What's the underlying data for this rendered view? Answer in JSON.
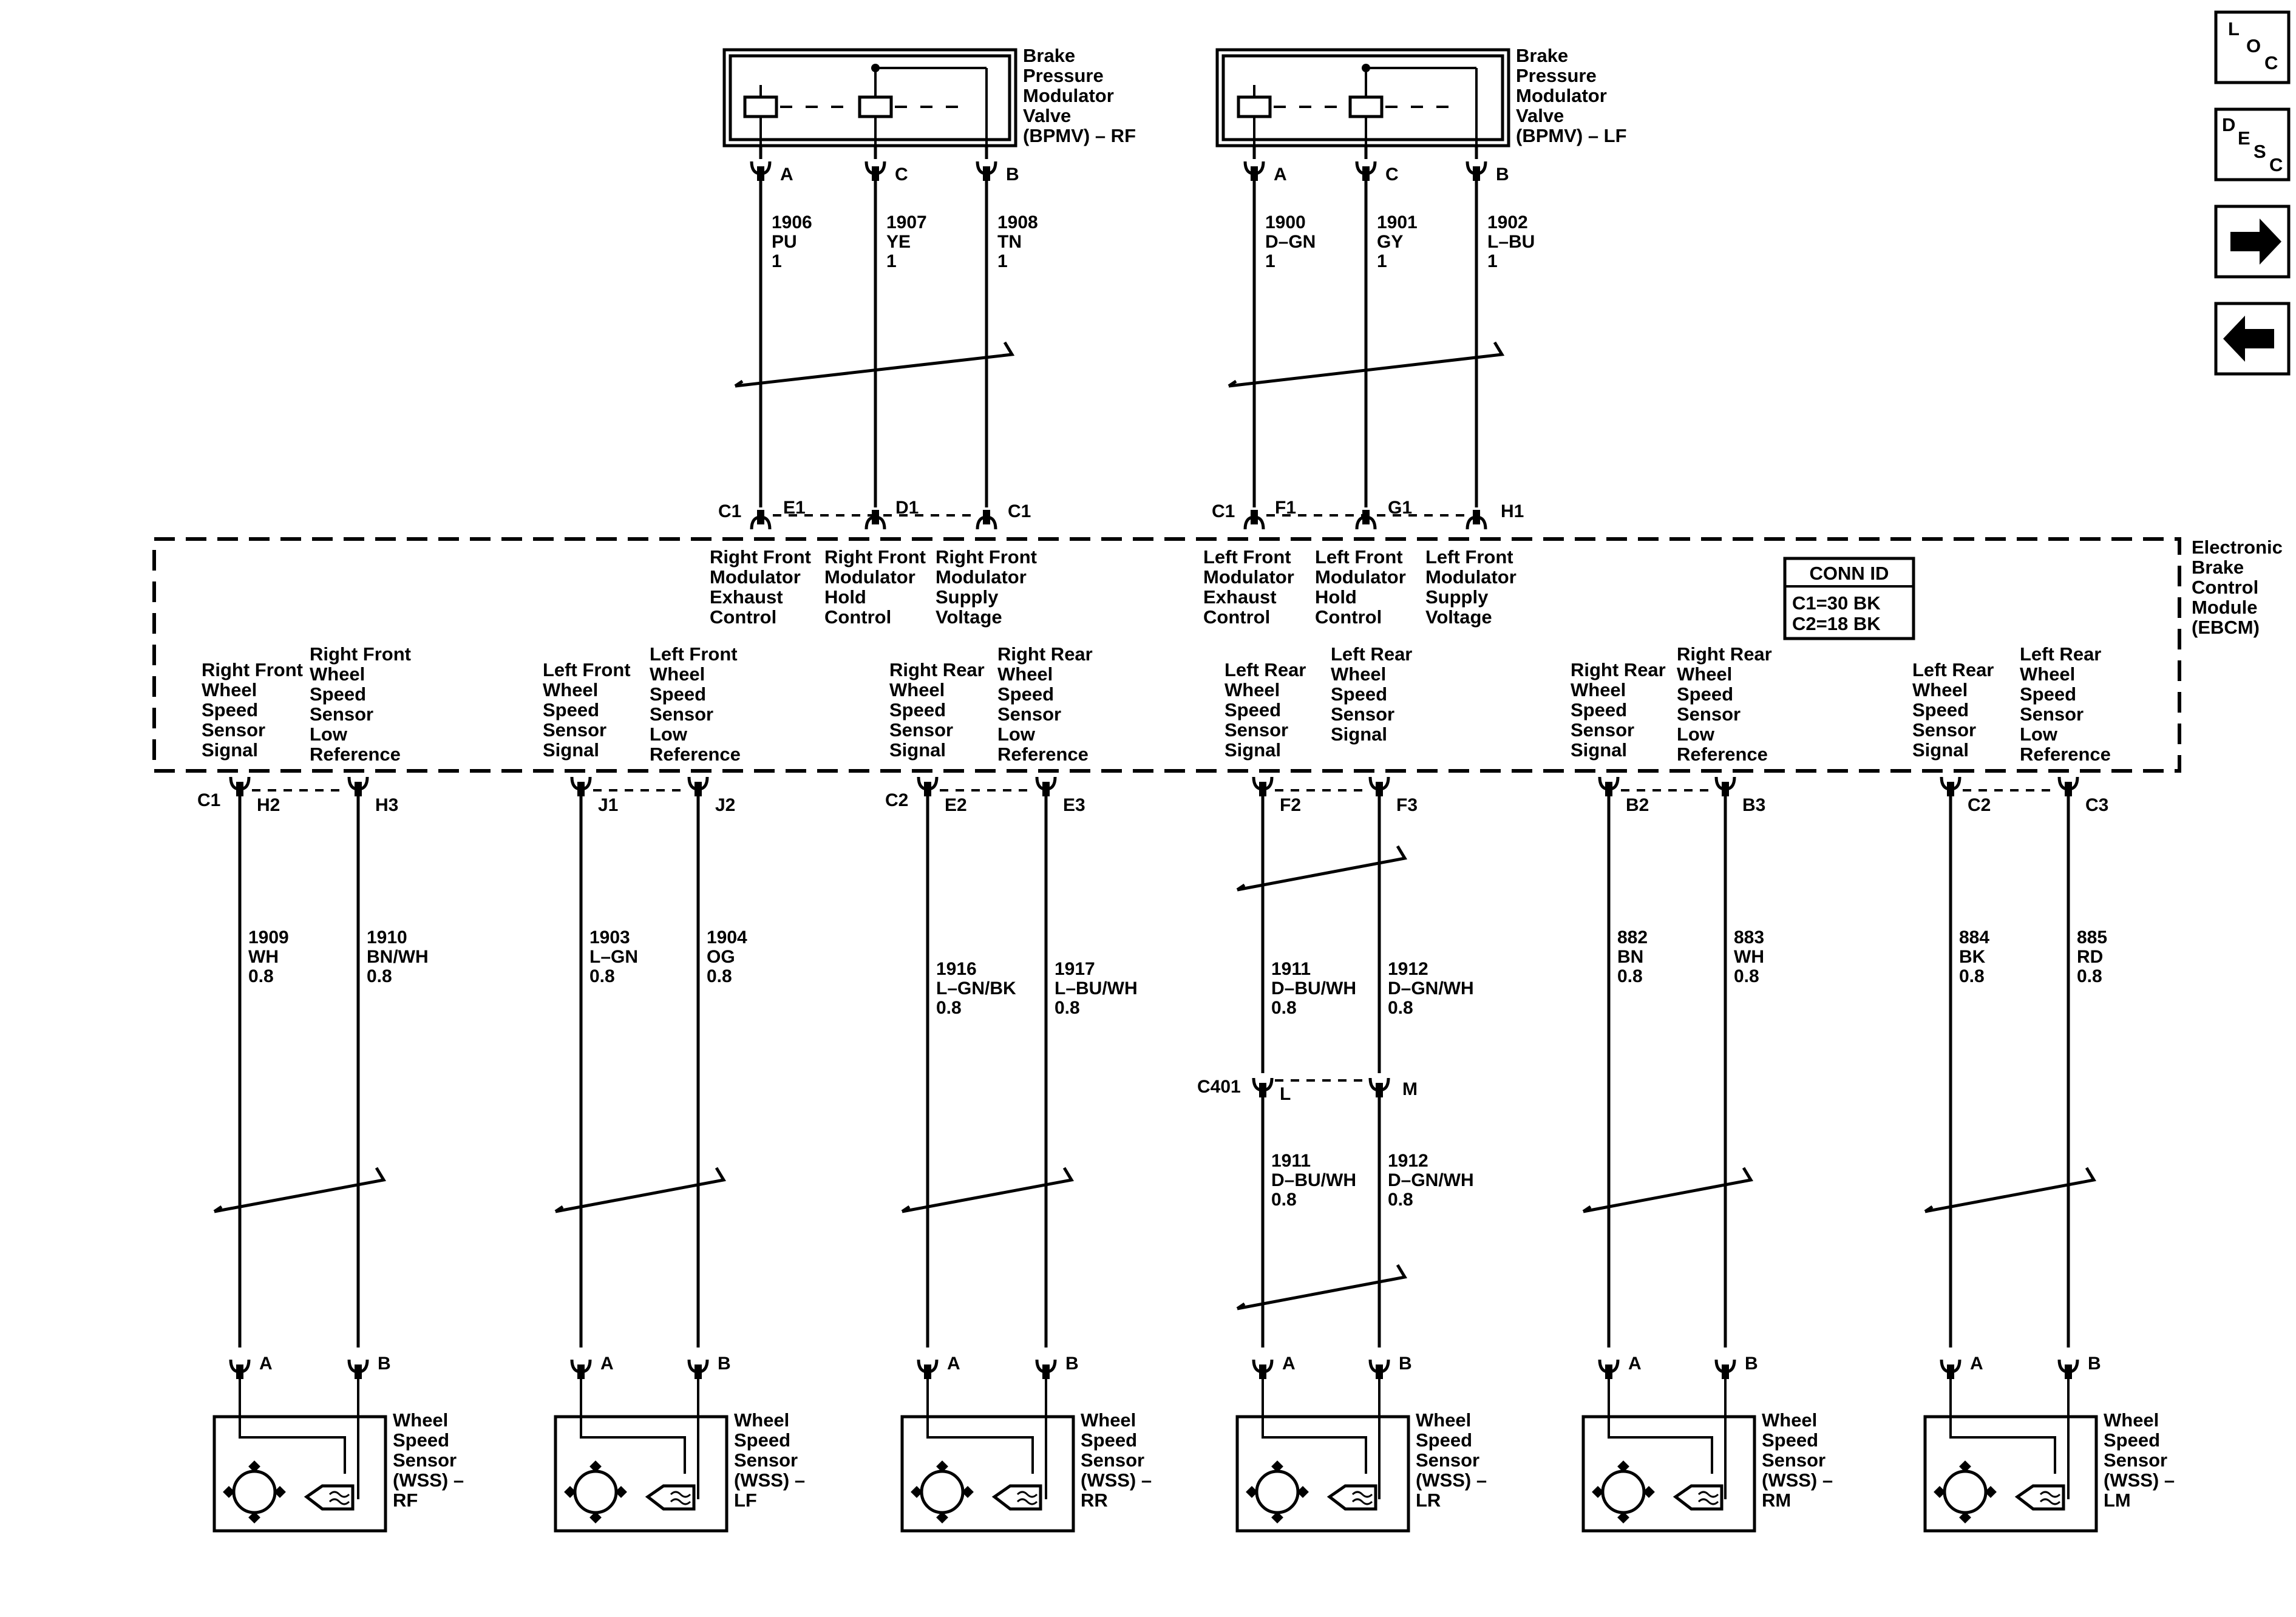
{
  "modulators": [
    {
      "id": "rf",
      "label": [
        "Brake",
        "Pressure",
        "Modulator",
        "Valve",
        "(BPMV) – RF"
      ],
      "terminals": [
        "A",
        "C",
        "B"
      ],
      "wires": [
        {
          "circuit": "1906",
          "color": "PU",
          "size": "1"
        },
        {
          "circuit": "1907",
          "color": "YE",
          "size": "1"
        },
        {
          "circuit": "1908",
          "color": "TN",
          "size": "1"
        }
      ],
      "ebcm_pins": [
        "E1",
        "D1"
      ],
      "ebcm_conn": [
        "C1",
        "C1"
      ],
      "functions": [
        [
          "Right Front",
          "Modulator",
          "Exhaust",
          "Control"
        ],
        [
          "Right Front",
          "Modulator",
          "Hold",
          "Control"
        ],
        [
          "Right Front",
          "Modulator",
          "Supply",
          "Voltage"
        ]
      ]
    },
    {
      "id": "lf",
      "label": [
        "Brake",
        "Pressure",
        "Modulator",
        "Valve",
        "(BPMV) – LF"
      ],
      "terminals": [
        "A",
        "C",
        "B"
      ],
      "wires": [
        {
          "circuit": "1900",
          "color": "D–GN",
          "size": "1"
        },
        {
          "circuit": "1901",
          "color": "GY",
          "size": "1"
        },
        {
          "circuit": "1902",
          "color": "L–BU",
          "size": "1"
        }
      ],
      "ebcm_pins": [
        "F1",
        "G1",
        "H1"
      ],
      "ebcm_conn": [
        "C1"
      ],
      "functions": [
        [
          "Left Front",
          "Modulator",
          "Exhaust",
          "Control"
        ],
        [
          "Left Front",
          "Modulator",
          "Hold",
          "Control"
        ],
        [
          "Left Front",
          "Modulator",
          "Supply",
          "Voltage"
        ]
      ]
    }
  ],
  "ebcm": {
    "label": [
      "Electronic",
      "Brake",
      "Control",
      "Module",
      "(EBCM)"
    ],
    "conn_id": {
      "title": "CONN ID",
      "rows": [
        "C1=30 BK",
        "C2=18 BK"
      ]
    }
  },
  "sensors": [
    {
      "id": "rf",
      "conn": "C1",
      "pins": [
        "H2",
        "H3"
      ],
      "functions": [
        [
          "Right Front",
          "Wheel",
          "Speed",
          "Sensor",
          "Signal"
        ],
        [
          "Right Front",
          "Wheel",
          "Speed",
          "Sensor",
          "Low",
          "Reference"
        ]
      ],
      "wires": [
        {
          "circuit": "1909",
          "color": "WH",
          "size": "0.8"
        },
        {
          "circuit": "1910",
          "color": "BN/WH",
          "size": "0.8"
        }
      ],
      "terminals": [
        "A",
        "B"
      ],
      "label": [
        "Wheel",
        "Speed",
        "Sensor",
        "(WSS) –",
        "RF"
      ]
    },
    {
      "id": "lf",
      "conn": "",
      "pins": [
        "J1",
        "J2"
      ],
      "functions": [
        [
          "Left Front",
          "Wheel",
          "Speed",
          "Sensor",
          "Signal"
        ],
        [
          "Left Front",
          "Wheel",
          "Speed",
          "Sensor",
          "Low",
          "Reference"
        ]
      ],
      "wires": [
        {
          "circuit": "1903",
          "color": "L–GN",
          "size": "0.8"
        },
        {
          "circuit": "1904",
          "color": "OG",
          "size": "0.8"
        }
      ],
      "terminals": [
        "A",
        "B"
      ],
      "label": [
        "Wheel",
        "Speed",
        "Sensor",
        "(WSS) –",
        "LF"
      ]
    },
    {
      "id": "rr",
      "conn": "C2",
      "pins": [
        "E2",
        "E3"
      ],
      "functions": [
        [
          "Right Rear",
          "Wheel",
          "Speed",
          "Sensor",
          "Signal"
        ],
        [
          "Right Rear",
          "Wheel",
          "Speed",
          "Sensor",
          "Low",
          "Reference"
        ]
      ],
      "wires": [
        {
          "circuit": "1916",
          "color": "L–GN/BK",
          "size": "0.8"
        },
        {
          "circuit": "1917",
          "color": "L–BU/WH",
          "size": "0.8"
        }
      ],
      "terminals": [
        "A",
        "B"
      ],
      "label": [
        "Wheel",
        "Speed",
        "Sensor",
        "(WSS) –",
        "RR"
      ]
    },
    {
      "id": "lr",
      "conn": "",
      "pins": [
        "F2",
        "F3"
      ],
      "functions": [
        [
          "Left Rear",
          "Wheel",
          "Speed",
          "Sensor",
          "Signal"
        ],
        [
          "Left Rear",
          "Wheel",
          "Speed",
          "Sensor",
          "Signal"
        ]
      ],
      "wires": [
        {
          "circuit": "1911",
          "color": "D–BU/WH",
          "size": "0.8"
        },
        {
          "circuit": "1912",
          "color": "D–GN/WH",
          "size": "0.8"
        }
      ],
      "inline": {
        "name": "C401",
        "pins": [
          "L",
          "M"
        ]
      },
      "wires_lower": [
        {
          "circuit": "1911",
          "color": "D–BU/WH",
          "size": "0.8"
        },
        {
          "circuit": "1912",
          "color": "D–GN/WH",
          "size": "0.8"
        }
      ],
      "terminals": [
        "A",
        "B"
      ],
      "label": [
        "Wheel",
        "Speed",
        "Sensor",
        "(WSS) –",
        "LR"
      ]
    },
    {
      "id": "rm",
      "conn": "",
      "pins": [
        "B2",
        "B3"
      ],
      "functions": [
        [
          "Right Rear",
          "Wheel",
          "Speed",
          "Sensor",
          "Signal"
        ],
        [
          "Right Rear",
          "Wheel",
          "Speed",
          "Sensor",
          "Low",
          "Reference"
        ]
      ],
      "wires": [
        {
          "circuit": "882",
          "color": "BN",
          "size": "0.8"
        },
        {
          "circuit": "883",
          "color": "WH",
          "size": "0.8"
        }
      ],
      "terminals": [
        "A",
        "B"
      ],
      "label": [
        "Wheel",
        "Speed",
        "Sensor",
        "(WSS) –",
        "RM"
      ]
    },
    {
      "id": "lm",
      "conn": "",
      "pins": [
        "C2",
        "C3"
      ],
      "functions": [
        [
          "Left Rear",
          "Wheel",
          "Speed",
          "Sensor",
          "Signal"
        ],
        [
          "Left Rear",
          "Wheel",
          "Speed",
          "Sensor",
          "Low",
          "Reference"
        ]
      ],
      "wires": [
        {
          "circuit": "884",
          "color": "BK",
          "size": "0.8"
        },
        {
          "circuit": "885",
          "color": "RD",
          "size": "0.8"
        }
      ],
      "terminals": [
        "A",
        "B"
      ],
      "label": [
        "Wheel",
        "Speed",
        "Sensor",
        "(WSS) –",
        "LM"
      ]
    }
  ],
  "nav": {
    "loc": [
      "L",
      "O",
      "C"
    ],
    "desc": [
      "D",
      "E",
      "S",
      "C"
    ],
    "forward_icon": "arrow-right-icon",
    "back_icon": "arrow-left-icon"
  }
}
